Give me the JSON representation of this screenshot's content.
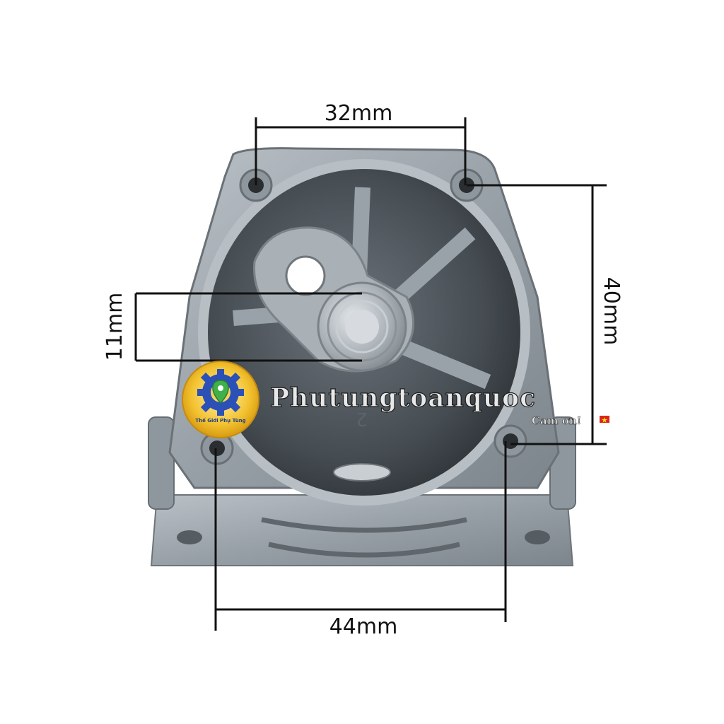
{
  "image": {
    "subject": "aluminum-gear-housing",
    "background_color": "#ffffff",
    "metal_color": "#9ea6ad"
  },
  "dimensions": {
    "top_width": "32mm",
    "right_height": "40mm",
    "left_bore": "11mm",
    "bottom_width": "44mm"
  },
  "casting_mark": "2",
  "watermark": {
    "brand": "Phutungtoanquoc",
    "tagline": "Cam ơn!",
    "logo_caption": "Thế Giới Phụ Tùng",
    "logo_colors": {
      "ring": "#f2c12e",
      "gear": "#2b50b8",
      "pin": "#3fb04a"
    }
  }
}
